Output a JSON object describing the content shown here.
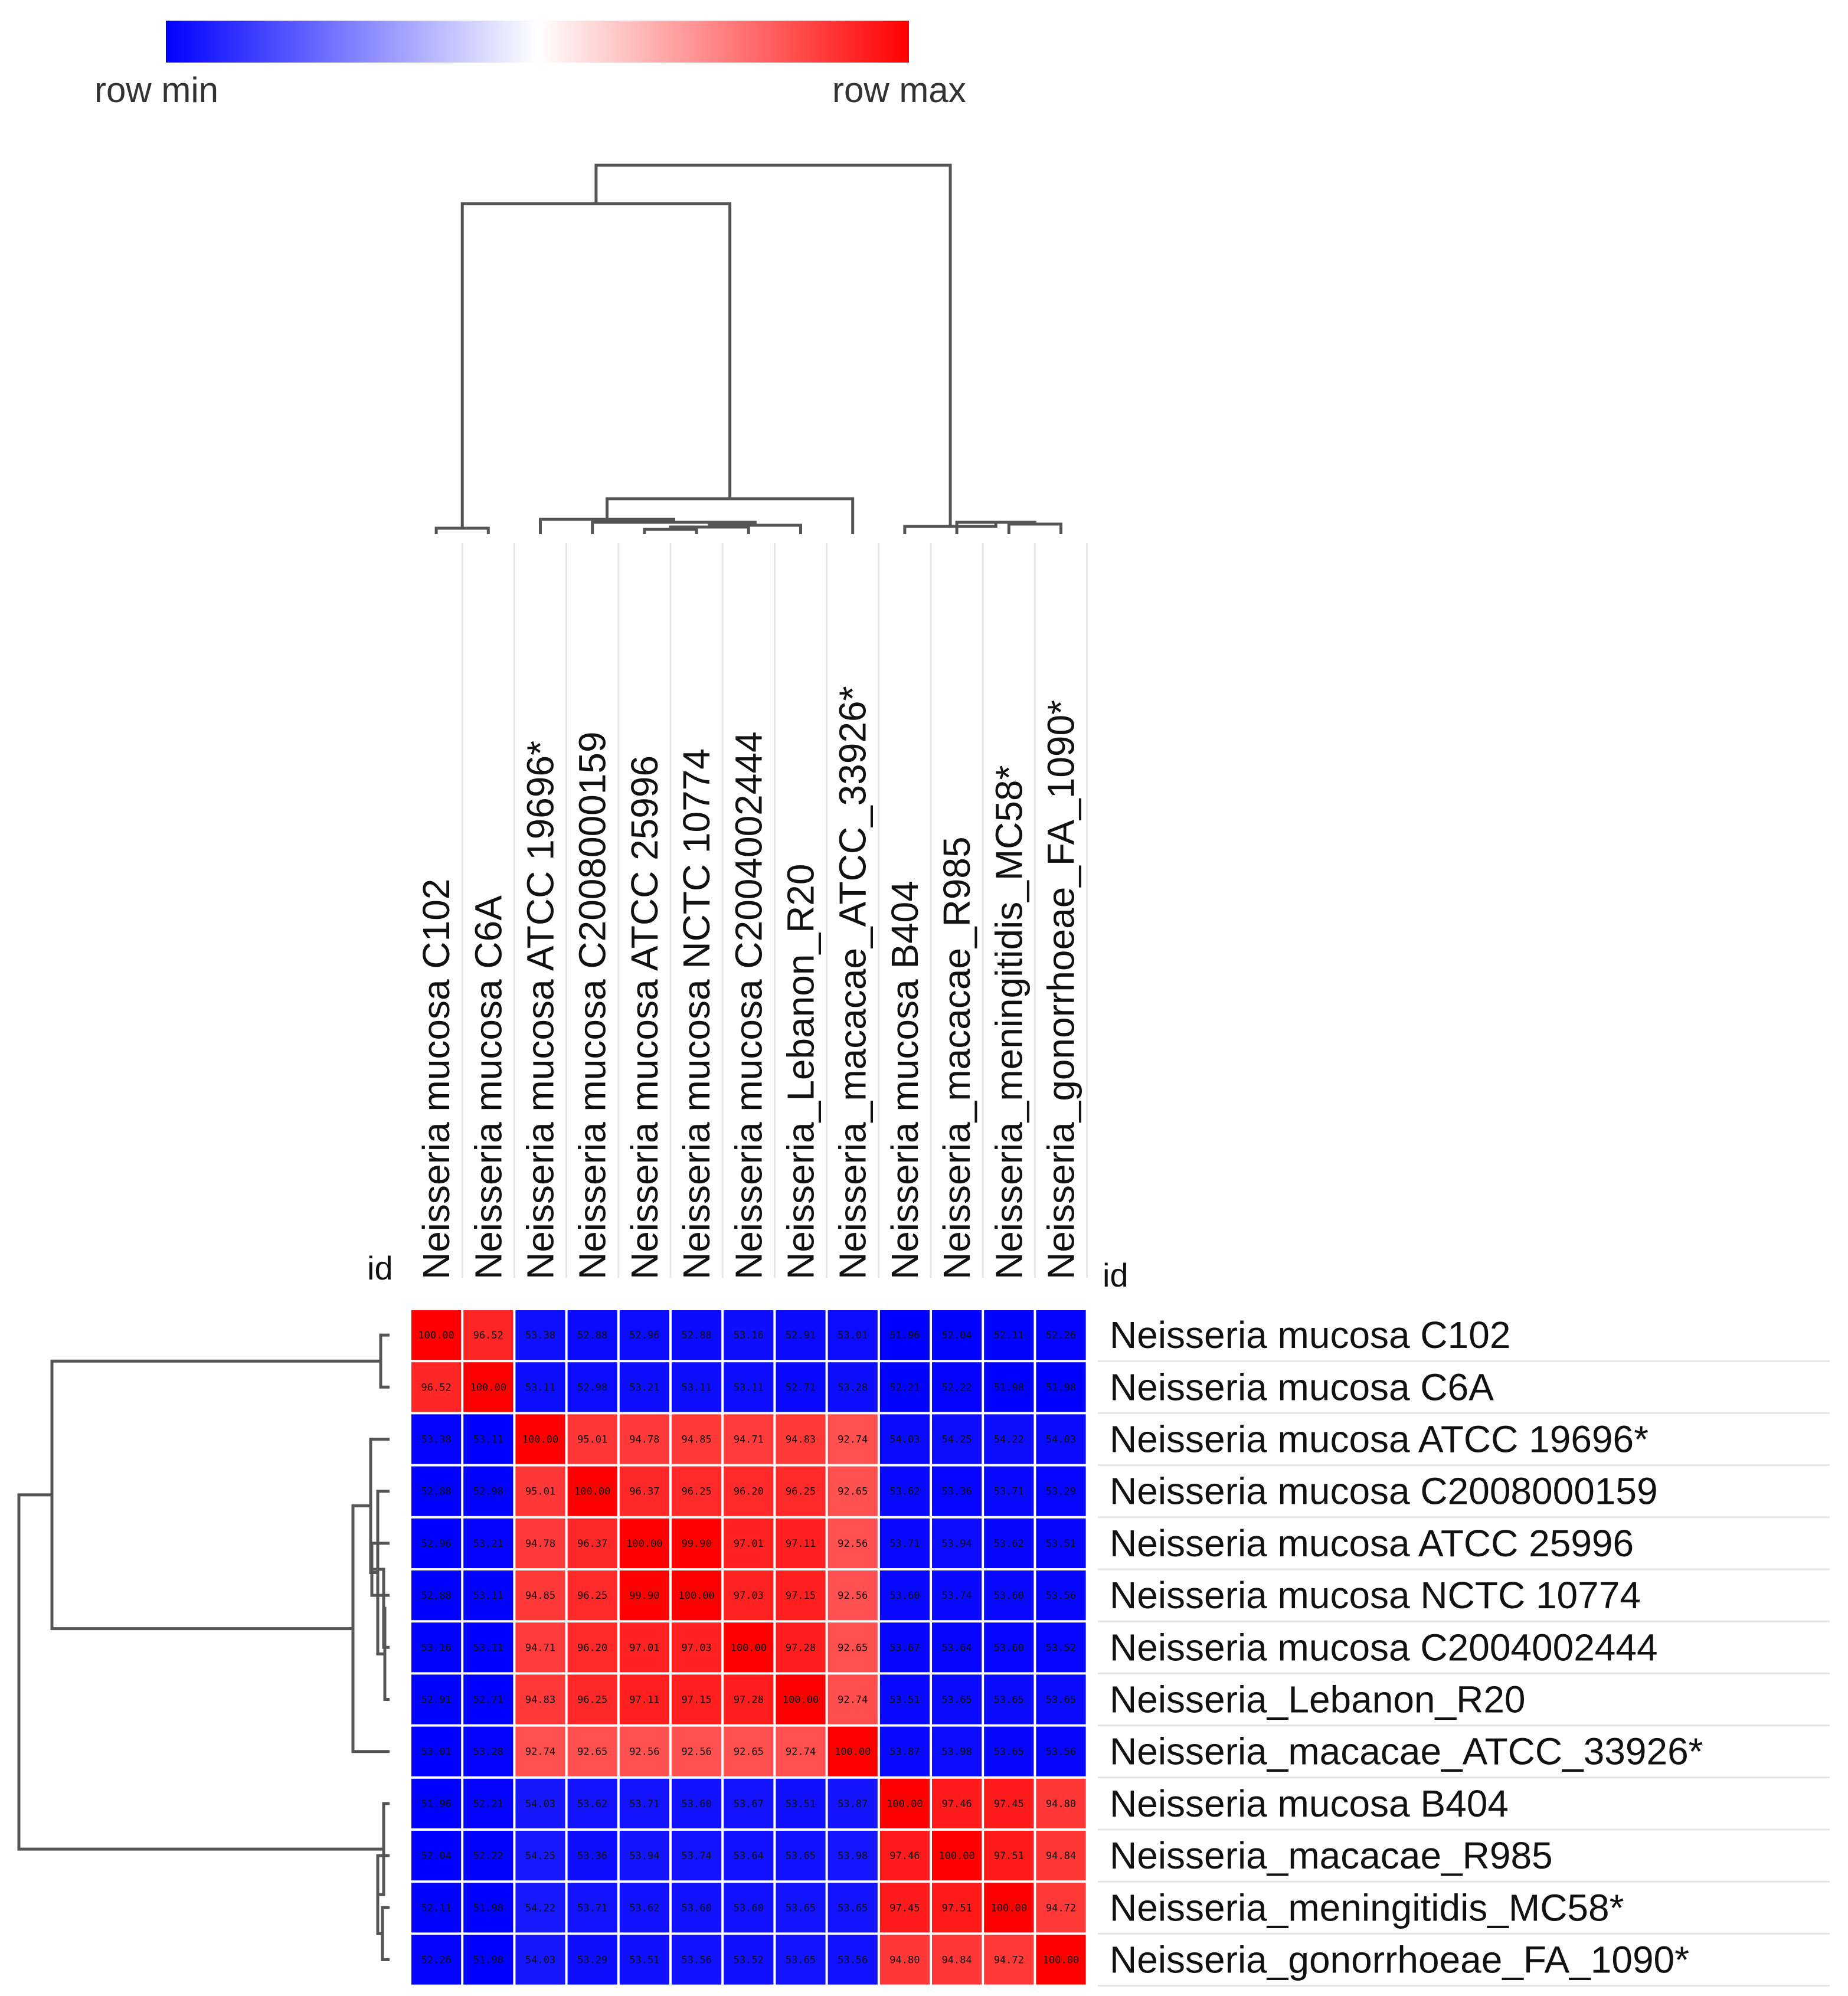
{
  "legend": {
    "min_label": "row min",
    "max_label": "row max",
    "colors": [
      "#0000ff",
      "#ffffff",
      "#ff0000"
    ]
  },
  "id_label_top": "id",
  "id_label_right": "id",
  "chart_data": {
    "type": "heatmap",
    "title": "",
    "color_scale": "row min to row max (blue-white-red)",
    "columns": [
      "Neisseria mucosa C102",
      "Neisseria mucosa C6A",
      "Neisseria mucosa ATCC 19696*",
      "Neisseria mucosa C2008000159",
      "Neisseria mucosa ATCC 25996",
      "Neisseria mucosa NCTC 10774",
      "Neisseria mucosa C2004002444",
      "Neisseria_Lebanon_R20",
      "Neisseria_macacae_ATCC_33926*",
      "Neisseria mucosa B404",
      "Neisseria_macacae_R985",
      "Neisseria_meningitidis_MC58*",
      "Neisseria_gonorrhoeae_FA_1090*"
    ],
    "rows": [
      "Neisseria mucosa C102",
      "Neisseria mucosa C6A",
      "Neisseria mucosa ATCC 19696*",
      "Neisseria mucosa C2008000159",
      "Neisseria mucosa ATCC 25996",
      "Neisseria mucosa NCTC 10774",
      "Neisseria mucosa C2004002444",
      "Neisseria_Lebanon_R20",
      "Neisseria_macacae_ATCC_33926*",
      "Neisseria mucosa B404",
      "Neisseria_macacae_R985",
      "Neisseria_meningitidis_MC58*",
      "Neisseria_gonorrhoeae_FA_1090*"
    ],
    "values": [
      [
        100.0,
        96.52,
        53.38,
        52.88,
        52.96,
        52.88,
        53.16,
        52.91,
        53.01,
        51.96,
        52.04,
        52.11,
        52.26
      ],
      [
        96.52,
        100.0,
        53.11,
        52.98,
        53.21,
        53.11,
        53.11,
        52.71,
        53.28,
        52.21,
        52.22,
        51.98,
        51.98
      ],
      [
        53.38,
        53.11,
        100.0,
        95.01,
        94.78,
        94.85,
        94.71,
        94.83,
        92.74,
        54.03,
        54.25,
        54.22,
        54.03
      ],
      [
        52.88,
        52.98,
        95.01,
        100.0,
        96.37,
        96.25,
        96.2,
        96.25,
        92.65,
        53.62,
        53.36,
        53.71,
        53.29
      ],
      [
        52.96,
        53.21,
        94.78,
        96.37,
        100.0,
        99.9,
        97.01,
        97.11,
        92.56,
        53.71,
        53.94,
        53.62,
        53.51
      ],
      [
        52.88,
        53.11,
        94.85,
        96.25,
        99.9,
        100.0,
        97.03,
        97.15,
        92.56,
        53.6,
        53.74,
        53.6,
        53.56
      ],
      [
        53.16,
        53.11,
        94.71,
        96.2,
        97.01,
        97.03,
        100.0,
        97.28,
        92.65,
        53.67,
        53.64,
        53.6,
        53.52
      ],
      [
        52.91,
        52.71,
        94.83,
        96.25,
        97.11,
        97.15,
        97.28,
        100.0,
        92.74,
        53.51,
        53.65,
        53.65,
        53.65
      ],
      [
        53.01,
        53.28,
        92.74,
        92.65,
        92.56,
        92.56,
        92.65,
        92.74,
        100.0,
        53.87,
        53.98,
        53.65,
        53.56
      ],
      [
        51.96,
        52.21,
        54.03,
        53.62,
        53.71,
        53.6,
        53.67,
        53.51,
        53.87,
        100.0,
        97.46,
        97.45,
        94.8
      ],
      [
        52.04,
        52.22,
        54.25,
        53.36,
        53.94,
        53.74,
        53.64,
        53.65,
        53.98,
        97.46,
        100.0,
        97.51,
        94.84
      ],
      [
        52.11,
        51.98,
        54.22,
        53.71,
        53.62,
        53.6,
        53.6,
        53.65,
        53.65,
        97.45,
        97.51,
        100.0,
        94.72
      ],
      [
        52.26,
        51.98,
        54.03,
        53.29,
        53.51,
        53.56,
        53.52,
        53.65,
        53.56,
        94.8,
        94.84,
        94.72,
        100.0
      ]
    ]
  }
}
